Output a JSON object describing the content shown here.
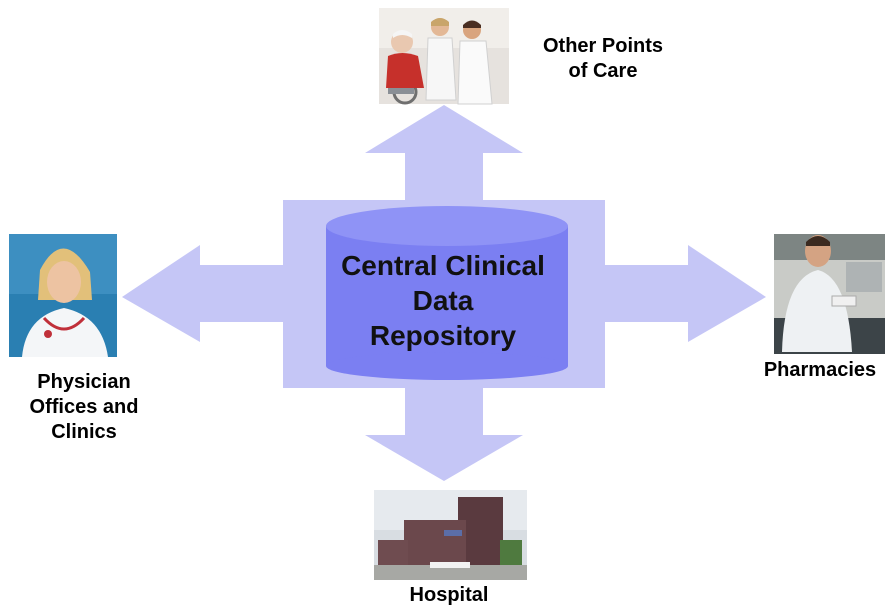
{
  "center": {
    "lines": [
      "Central Clinical",
      "Data",
      "Repository"
    ]
  },
  "nodes": {
    "top": {
      "lines": [
        "Other Points",
        "of Care"
      ],
      "image": "caregivers-with-elderly-patient-photo"
    },
    "left": {
      "lines": [
        "Physician",
        "Offices and",
        "Clinics"
      ],
      "image": "physician-photo"
    },
    "right": {
      "lines": [
        "Pharmacies"
      ],
      "image": "pharmacist-photo"
    },
    "bottom": {
      "lines": [
        "Hospital"
      ],
      "image": "hospital-building-photo"
    }
  },
  "colors": {
    "arrow": "#c5c6f6",
    "cylinder_body": "#7b7ff2",
    "cylinder_top": "#8f93f6"
  }
}
